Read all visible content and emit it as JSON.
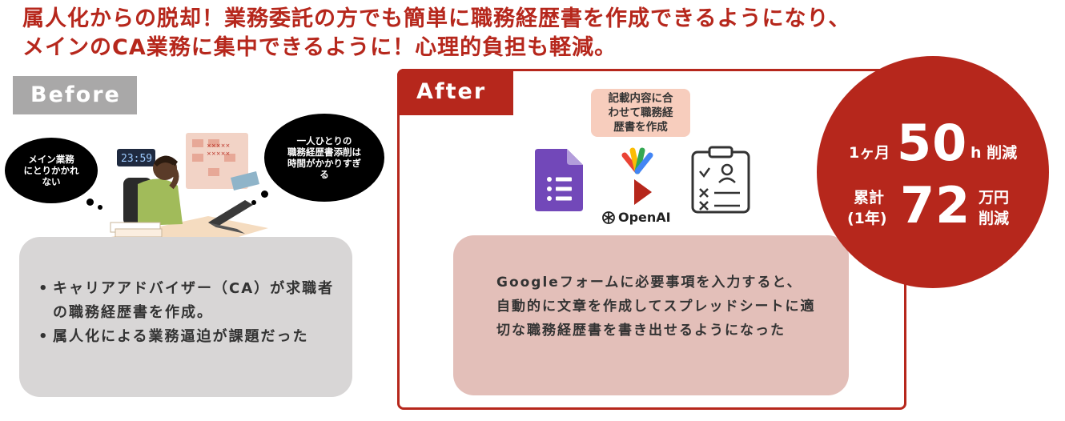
{
  "headline": {
    "line1": "属人化からの脱却！業務委託の方でも簡単に職務経歴書を作成できるようになり、",
    "line2": "メインのCA業務に集中できるように！心理的負担も軽減。"
  },
  "before": {
    "tag": "Before",
    "bubble_left": [
      "メイン業務",
      "にとりかかれ",
      "ない"
    ],
    "bubble_right": [
      "一人ひとりの",
      "職務経歴書添削は",
      "時間がかかりすぎ",
      "る"
    ],
    "clock": "23:59",
    "bullets": [
      "キャリアアドバイザー（CA）が求職者の職務経歴書を作成。",
      "属人化による業務逼迫が課題だった"
    ]
  },
  "after": {
    "tag": "After",
    "note": [
      "記載内容に合",
      "わせて職務経",
      "歴書を作成"
    ],
    "openai_label": "OpenAI",
    "description": "Googleフォームに必要事項を入力すると、自動的に文章を作成してスプレッドシートに適切な職務経歴書を書き出せるようになった"
  },
  "stats": {
    "monthly_prefix": "1ヶ月",
    "monthly_value": "50",
    "monthly_suffix": "h 削減",
    "total_prefix_1": "累計",
    "total_prefix_2": "(1年)",
    "total_value": "72",
    "total_suffix_1": "万円",
    "total_suffix_2": "削減"
  },
  "colors": {
    "accent": "#b6271c",
    "before_gray": "#a9a8a8",
    "note_peach": "#f7cdbd",
    "after_box": "#e3bfb9"
  },
  "icons": [
    "google-forms-icon",
    "gpt-connector-icon",
    "arrow-right-icon",
    "openai-logo-icon",
    "clipboard-checklist-icon"
  ]
}
